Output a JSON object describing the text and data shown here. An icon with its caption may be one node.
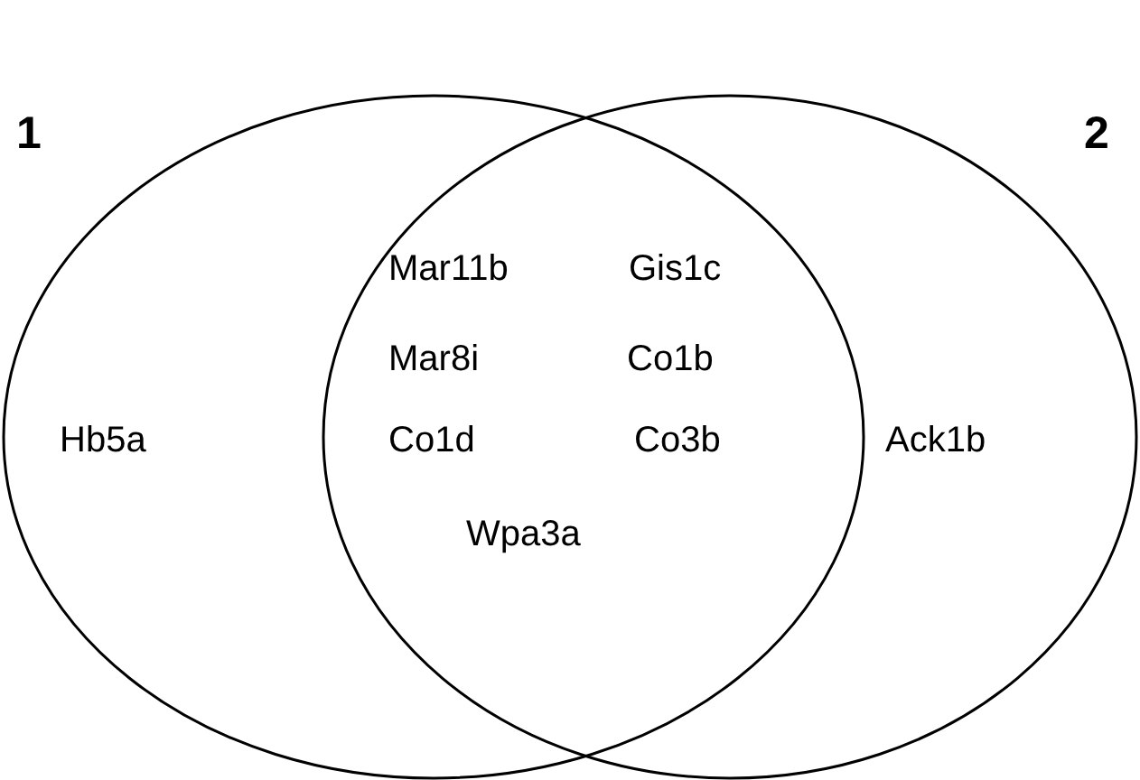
{
  "diagram": {
    "nodes": [
      {
        "text": [
          "1",
          "Hb5a"
        ]
      },
      {
        "text": [
          "2",
          "Ack1b"
        ]
      }
    ],
    "labels": [
      "Mar11b",
      "Gis1c",
      "Mar8i",
      "Co1b",
      "Co1d",
      "Co3b",
      "Wpa3a"
    ]
  }
}
